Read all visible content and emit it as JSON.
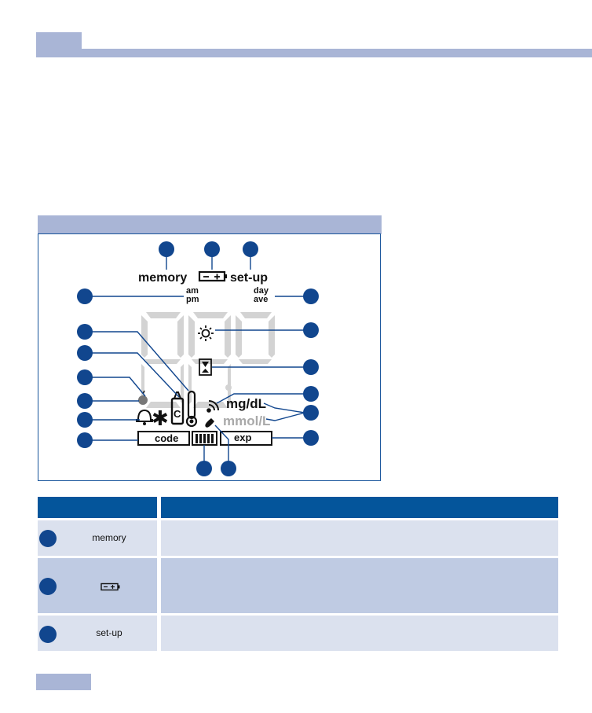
{
  "lcd": {
    "memory": "memory",
    "setup": "set-up",
    "am": "am",
    "pm": "pm",
    "day": "day",
    "ave": "ave",
    "mgdl": "mg/dL",
    "mmol": "mmol/L",
    "code": "code",
    "exp": "exp"
  },
  "table": {
    "rows": [
      {
        "label": "memory",
        "icon": ""
      },
      {
        "label": "",
        "icon": "battery-icon"
      },
      {
        "label": "set-up",
        "icon": ""
      }
    ]
  },
  "colors": {
    "accent_light": "#a9b5d6",
    "accent_dark": "#04559b",
    "callout": "#11468e",
    "row_light": "#dbe1ee",
    "row_alt": "#bfcbe3"
  }
}
